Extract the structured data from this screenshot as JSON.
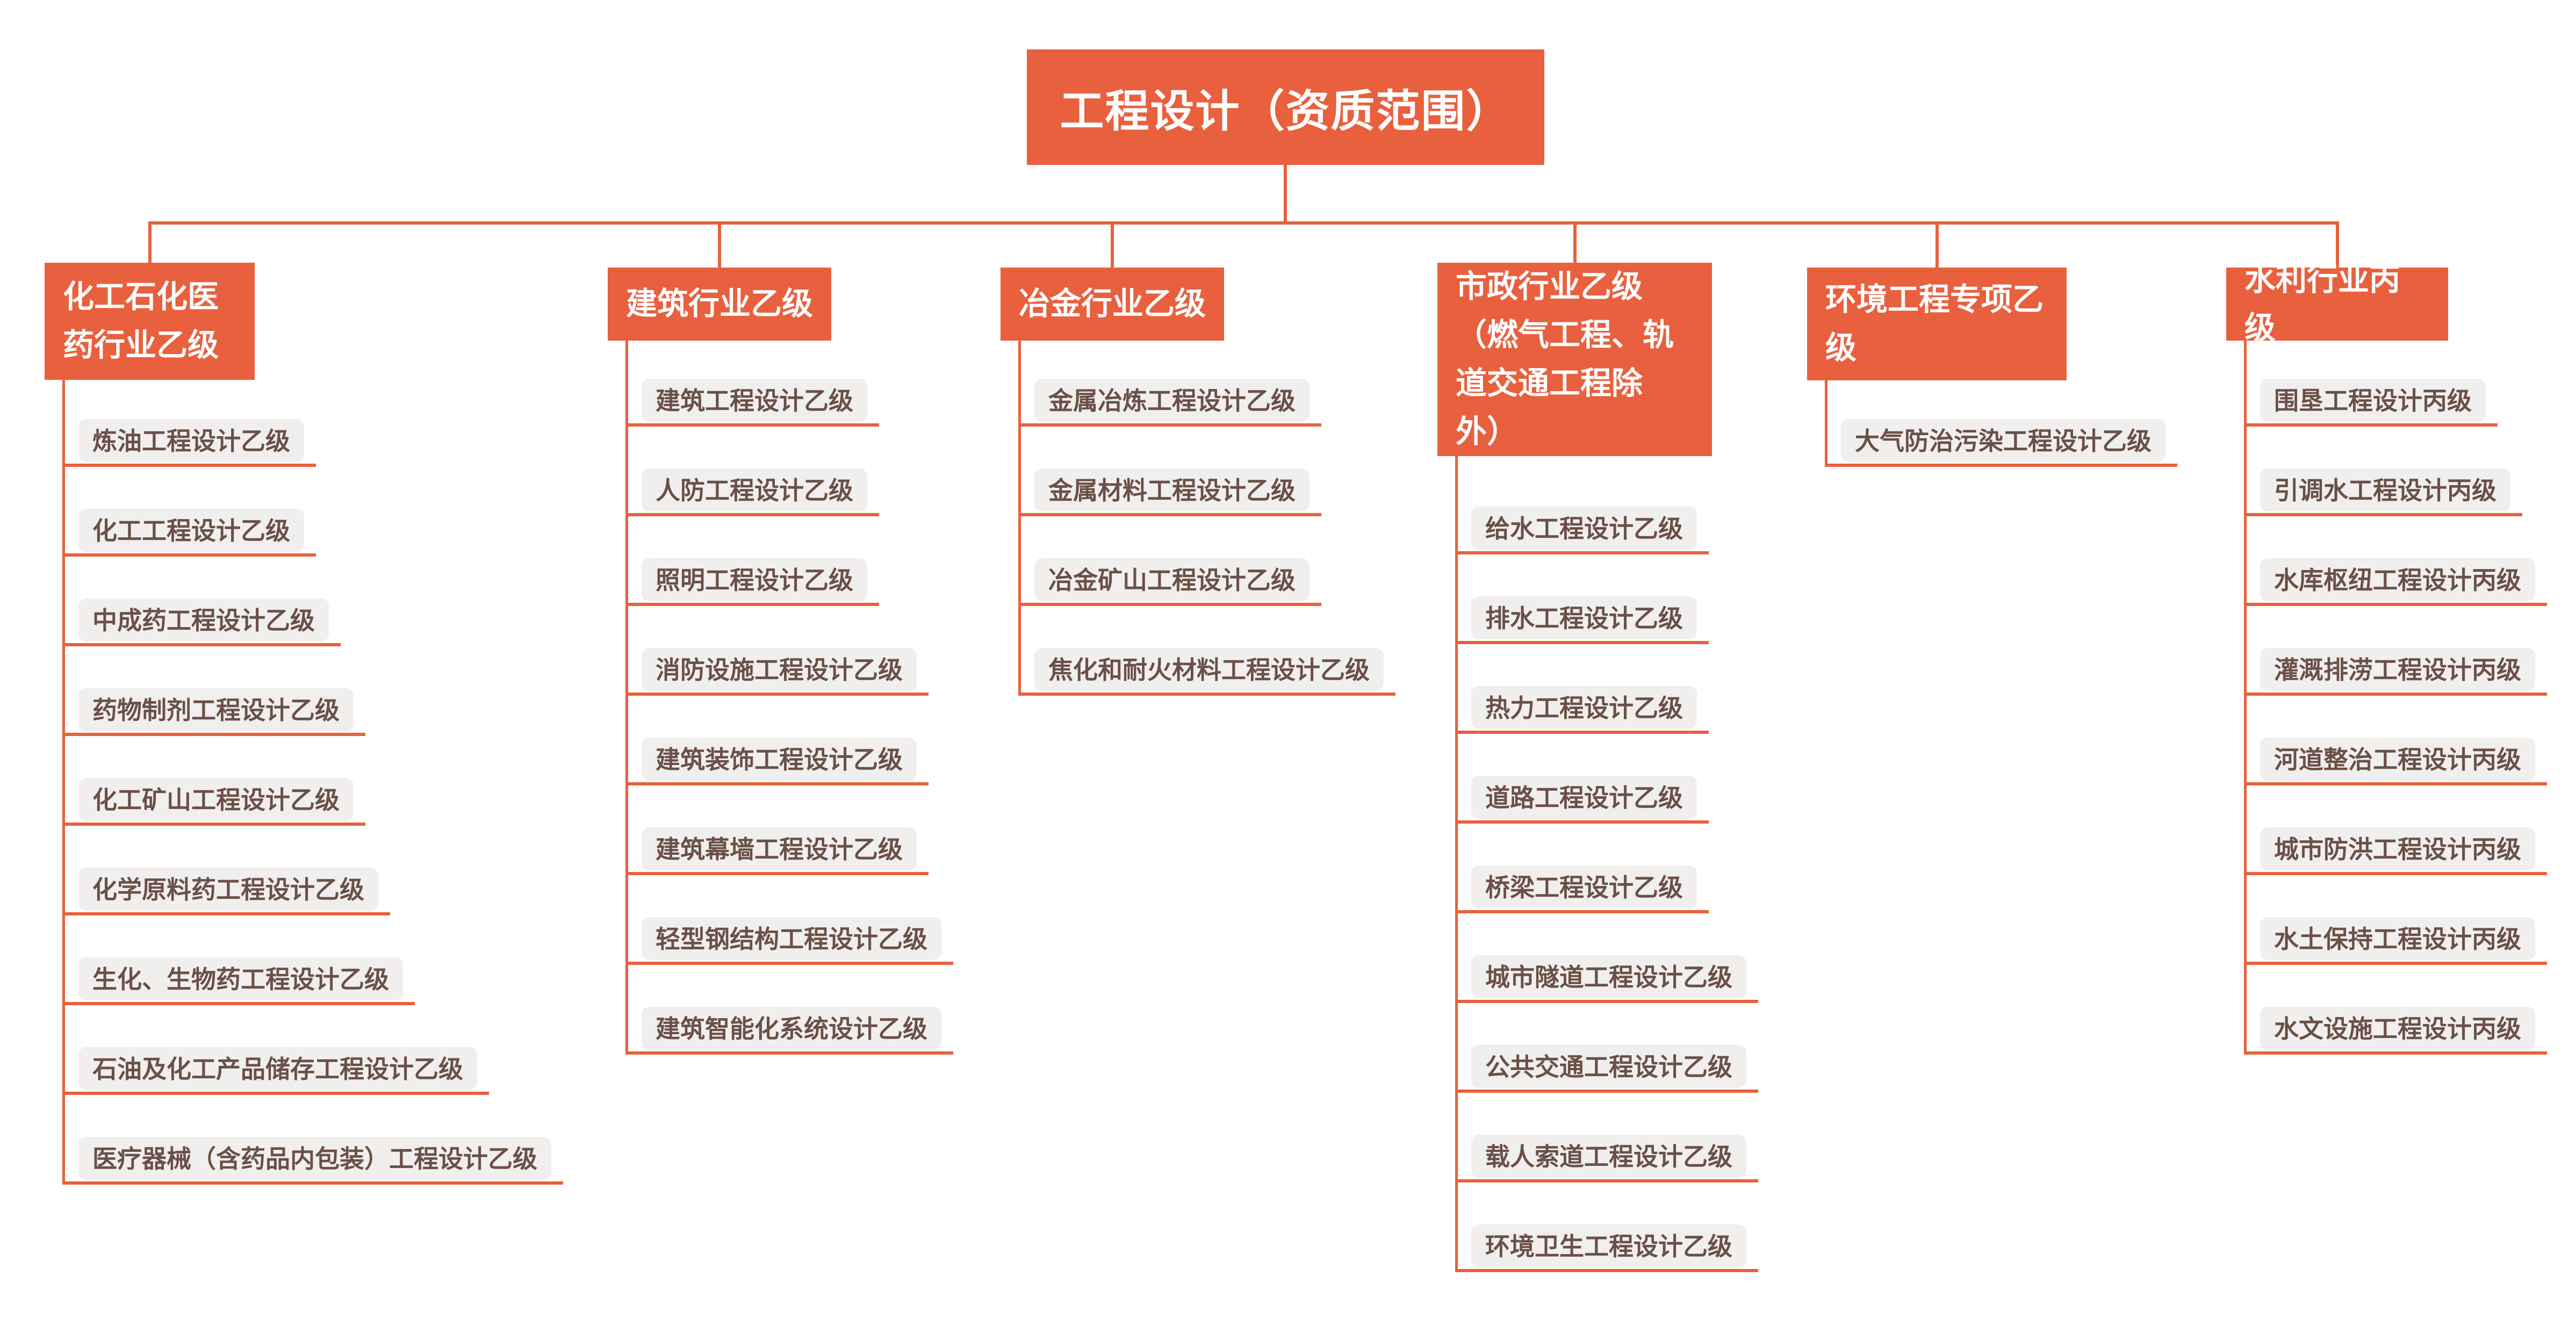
{
  "diagram": {
    "type": "org-chart",
    "title": "工程设计（资质范围）",
    "accent_color": "#E8603E",
    "connector_color": "#E8613C",
    "item_bg_color": "#F0EFED",
    "item_text_color": "#6A5047",
    "columns": [
      {
        "label": "化工石化医\n药行业乙级",
        "children": [
          "炼油工程设计乙级",
          "化工工程设计乙级",
          "中成药工程设计乙级",
          "药物制剂工程设计乙级",
          "化工矿山工程设计乙级",
          "化学原料药工程设计乙级",
          "生化、生物药工程设计乙级",
          "石油及化工产品储存工程设计乙级",
          "医疗器械（含药品内包装）工程设计乙级"
        ]
      },
      {
        "label": "建筑行业乙级",
        "children": [
          "建筑工程设计乙级",
          "人防工程设计乙级",
          "照明工程设计乙级",
          "消防设施工程设计乙级",
          "建筑装饰工程设计乙级",
          "建筑幕墙工程设计乙级",
          "轻型钢结构工程设计乙级",
          "建筑智能化系统设计乙级"
        ]
      },
      {
        "label": "冶金行业乙级",
        "children": [
          "金属冶炼工程设计乙级",
          "金属材料工程设计乙级",
          "冶金矿山工程设计乙级",
          "焦化和耐火材料工程设计乙级"
        ]
      },
      {
        "label": "市政行业乙级\n（燃气工程、轨\n道交通工程除\n外）",
        "children": [
          "给水工程设计乙级",
          "排水工程设计乙级",
          "热力工程设计乙级",
          "道路工程设计乙级",
          "桥梁工程设计乙级",
          "城市隧道工程设计乙级",
          "公共交通工程设计乙级",
          "载人索道工程设计乙级",
          "环境卫生工程设计乙级"
        ]
      },
      {
        "label": "环境工程专项乙\n级",
        "children": [
          "大气防治污染工程设计乙级"
        ]
      },
      {
        "label": "水利行业丙级",
        "children": [
          "围垦工程设计丙级",
          "引调水工程设计丙级",
          "水库枢纽工程设计丙级",
          "灌溉排涝工程设计丙级",
          "河道整治工程设计丙级",
          "城市防洪工程设计丙级",
          "水土保持工程设计丙级",
          "水文设施工程设计丙级"
        ]
      }
    ]
  }
}
